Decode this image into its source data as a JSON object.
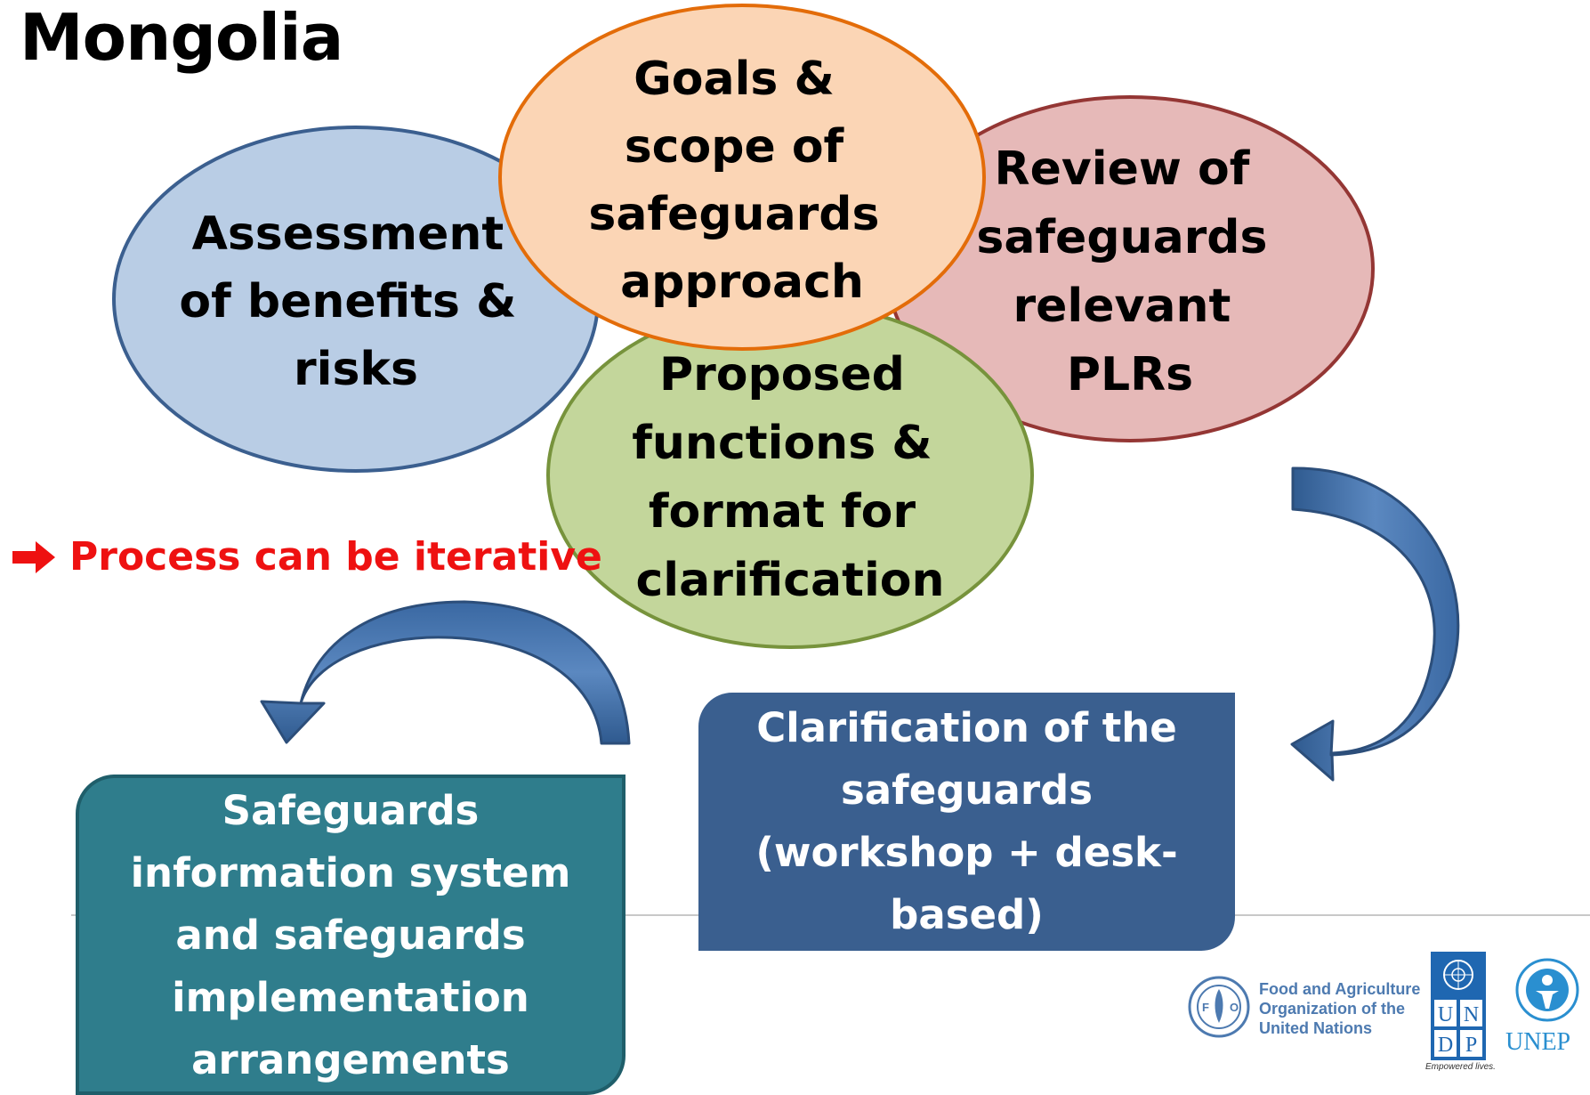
{
  "title": "Mongolia",
  "ellipses": {
    "assessment": [
      "Assessment",
      "of benefits &",
      "risks"
    ],
    "review": [
      "Review of",
      "safeguards",
      "relevant",
      "PLRs"
    ],
    "proposed": [
      "Proposed",
      "functions &",
      "format for",
      "clarification"
    ],
    "goals": [
      "Goals &",
      "scope of",
      "safeguards",
      "approach"
    ]
  },
  "note": "Process can be iterative",
  "boxes": {
    "clarification": [
      "Clarification of the",
      "safeguards",
      "(workshop + desk-",
      "based)"
    ],
    "sis": [
      "Safeguards",
      "information system",
      "and safeguards",
      "implementation",
      "arrangements"
    ]
  },
  "logos": {
    "fao_lines": [
      "Food and Agriculture",
      "Organization of the",
      "United Nations"
    ],
    "undp_tagline": "Empowered lives.",
    "unep": "UNEP"
  },
  "colors": {
    "assessment_fill": "#b9cde5",
    "assessment_stroke": "#3b5f8f",
    "review_fill": "#e6b9b8",
    "review_stroke": "#943634",
    "proposed_fill": "#c3d69b",
    "proposed_stroke": "#77933c",
    "goals_fill": "#fbd5b5",
    "goals_stroke": "#e36c09",
    "arrow_fill": "#3f6ea6",
    "arrow_stroke": "#2c4e7a",
    "note_red": "#ee1111"
  }
}
